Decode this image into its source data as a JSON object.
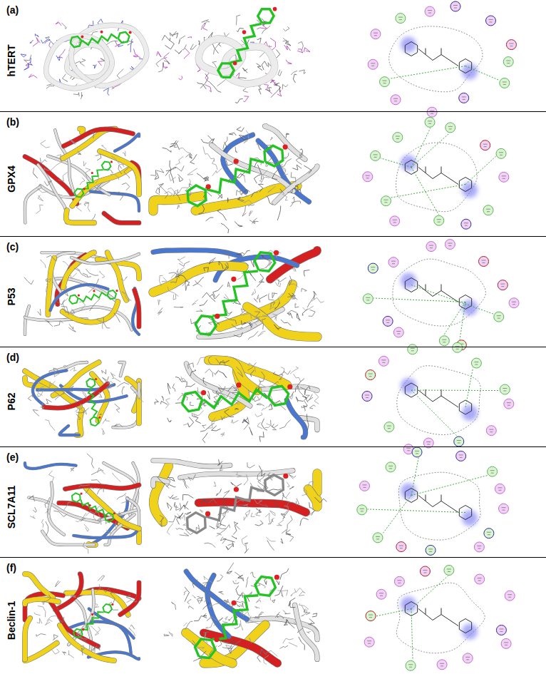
{
  "diagram": {
    "nodes": [
      {
        "text": [
          "(a)",
          "hTERT"
        ]
      },
      {
        "text": [
          "(b)",
          "GPX4"
        ]
      },
      {
        "text": [
          "(c)",
          "P53"
        ]
      },
      {
        "text": [
          "(d)",
          "P62"
        ]
      },
      {
        "text": [
          "(e)",
          "SCL7A11"
        ]
      },
      {
        "text": [
          "(f)",
          "Beclin-1"
        ]
      }
    ]
  }
}
